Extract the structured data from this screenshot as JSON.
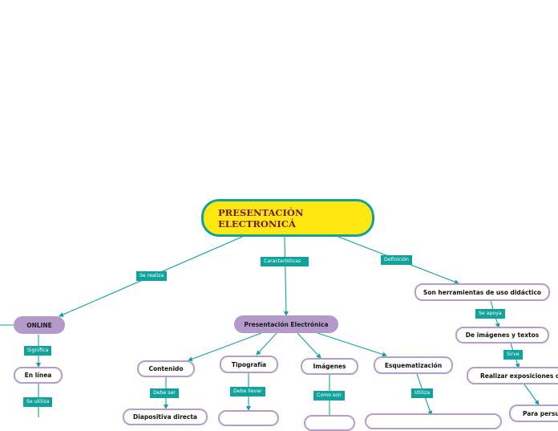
{
  "root": {
    "title": "PRESENTACIÓN ELECTRONICÁ"
  },
  "nodes": {
    "online": "ONLINE",
    "en_linea": "En línea",
    "presentacion": "Presentación Electrónica",
    "contenido": "Contenido",
    "diapositiva": "Diapositiva directa",
    "tipografia": "Tipografía",
    "imagenes": "Imágenes",
    "esquematizacion": "Esquematización",
    "herramientas": "Son herramientas de uso didáctico",
    "imagenes_textos": "De imágenes y textos",
    "exposiciones": "Realizar exposiciones ora",
    "persuadir": "Para persua"
  },
  "labels": {
    "se_realiza": "Se realiza",
    "caracteristicas": "Características",
    "definicion": "Definición",
    "significa": "Significa",
    "se_utiliza": "Se utiliza",
    "debe_ser": "Debe ser",
    "debe_llevar": "Debe llevar",
    "como_son": "Como son",
    "utiliza": "Utiliza",
    "se_apoya": "Se apoya",
    "sirve": "Sirve"
  },
  "colors": {
    "line": "#11a39b",
    "label_bg": "#11a39b",
    "root_fill": "#ffe812",
    "root_border": "#0fa39a",
    "root_text": "#7a1818",
    "node_border": "#b79bcf",
    "purple_fill": "#b49acb"
  }
}
